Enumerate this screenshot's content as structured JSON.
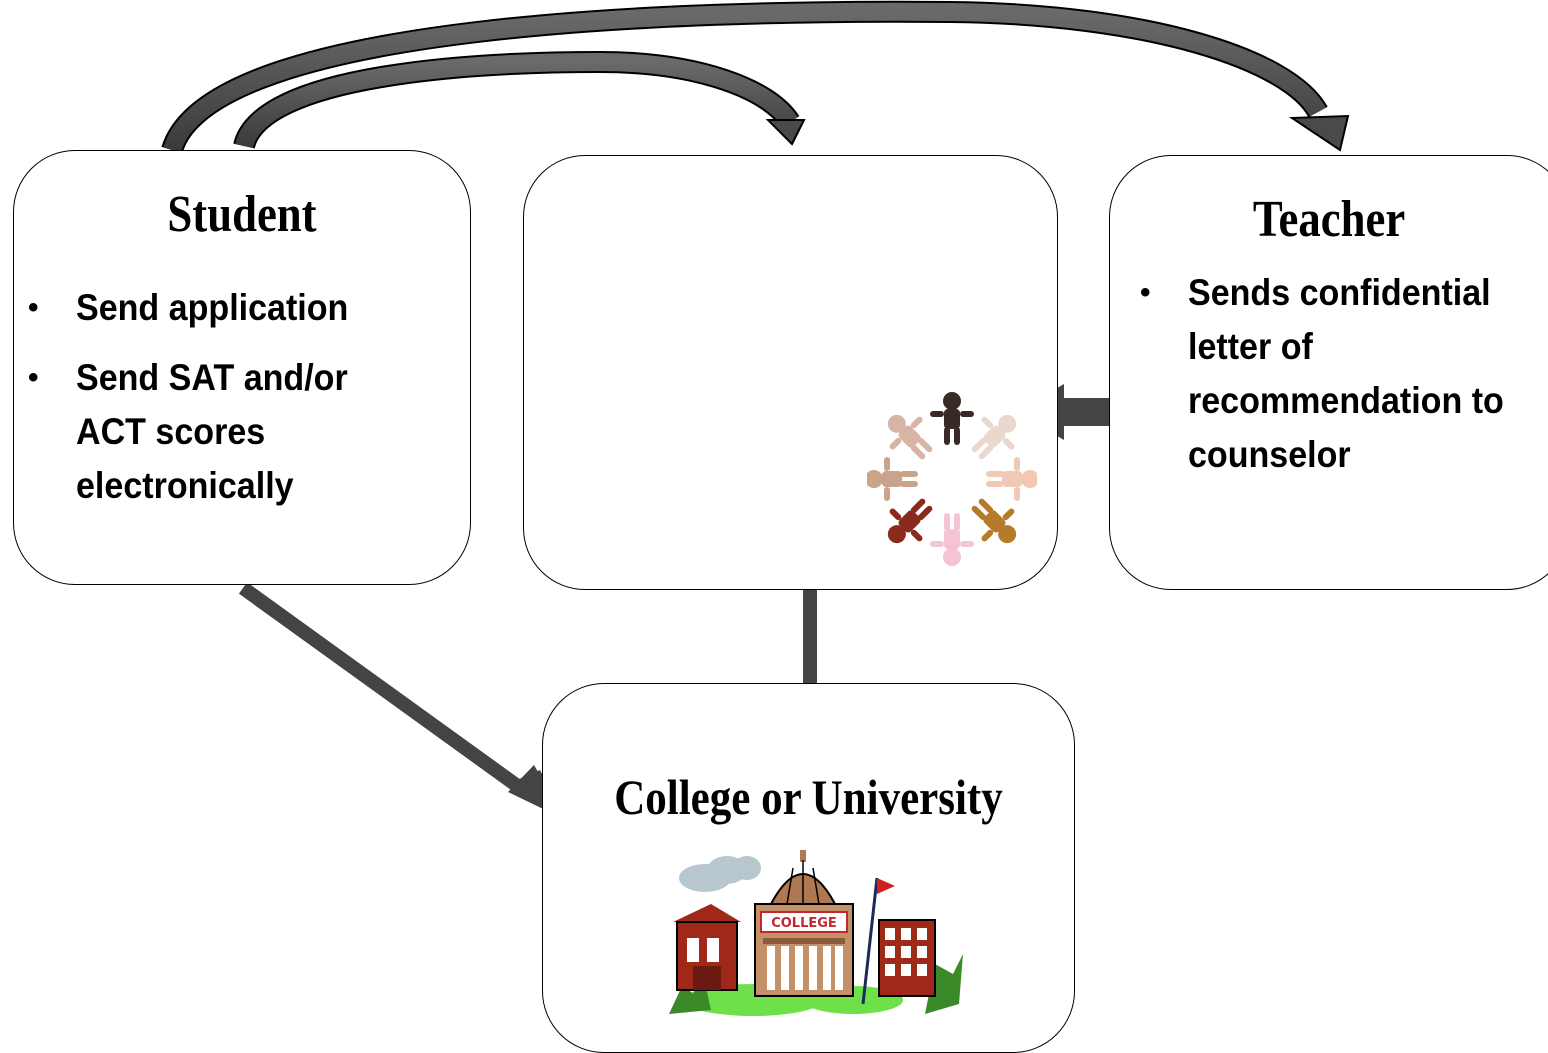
{
  "boxes": {
    "student": {
      "title": "Student",
      "items": [
        "Send application",
        "Send SAT and/or ACT scores electronically"
      ]
    },
    "counselor": {
      "illustration": "people-circle-icon"
    },
    "teacher": {
      "title": "Teacher",
      "items": [
        "Sends confidential letter of recommendation  to counselor"
      ]
    },
    "college": {
      "title": "College or University",
      "illustration": "college-building-icon",
      "sign_text": "COLLEGE"
    }
  },
  "colors": {
    "arrow": "#444444",
    "border": "#000000",
    "sign": "#c0282d"
  }
}
